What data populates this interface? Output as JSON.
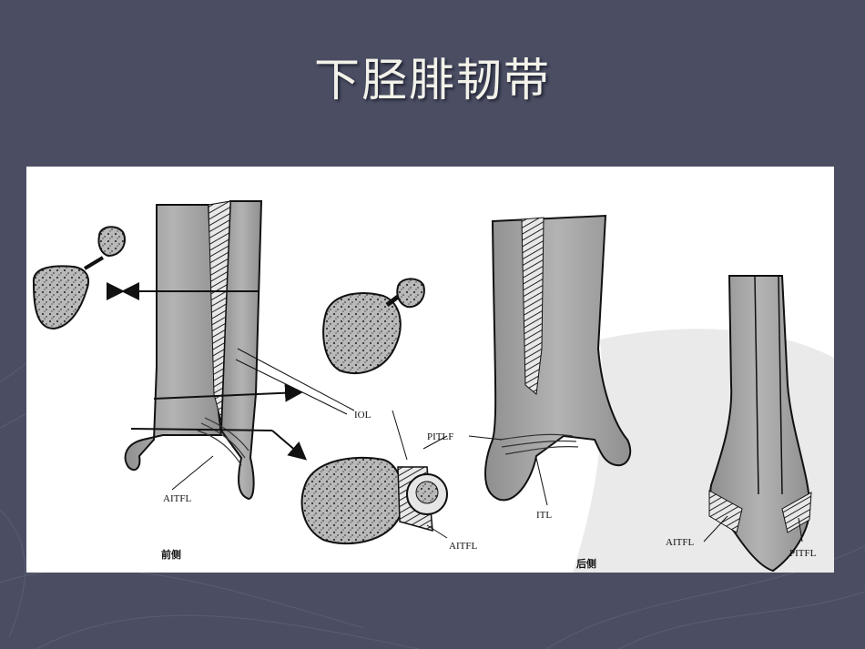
{
  "slide": {
    "title": "下胫腓韧带"
  },
  "figure": {
    "labels": {
      "iol": "IOL",
      "aitfl_anterior": "AITFL",
      "aitfl_section": "AITFL",
      "pitlf": "PITLF",
      "itl": "ITL",
      "aitfl_right": "AITFL",
      "pitfl_right": "PITFL",
      "anterior": "前侧",
      "posterior": "后侧"
    }
  }
}
